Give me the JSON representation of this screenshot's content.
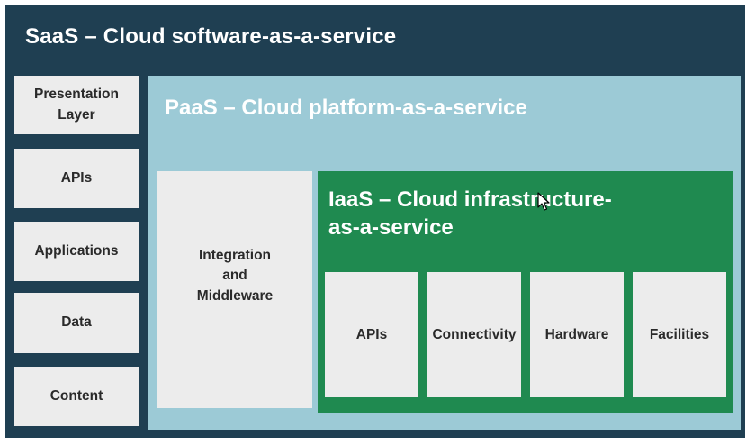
{
  "saas": {
    "title": "SaaS – Cloud software-as-a-service",
    "layers": [
      {
        "line1": "Presentation",
        "line2": "Layer"
      },
      {
        "line1": "APIs",
        "line2": ""
      },
      {
        "line1": "Applications",
        "line2": ""
      },
      {
        "line1": "Data",
        "line2": ""
      },
      {
        "line1": "Content",
        "line2": ""
      }
    ]
  },
  "paas": {
    "title": "PaaS – Cloud platform-as-a-service",
    "integration": {
      "line1": "Integration",
      "line2": "and",
      "line3": "Middleware"
    }
  },
  "iaas": {
    "title_line1": "IaaS – Cloud infrastructure-",
    "title_line2": "as-a-service",
    "components": [
      "APIs",
      "Connectivity",
      "Hardware",
      "Facilities"
    ]
  },
  "colors": {
    "saas_bg": "#1f3f52",
    "paas_bg": "#9ccad6",
    "iaas_bg": "#1f8a50",
    "box_bg": "#ececec"
  },
  "icons": {
    "pointer": "mouse-pointer-icon"
  }
}
